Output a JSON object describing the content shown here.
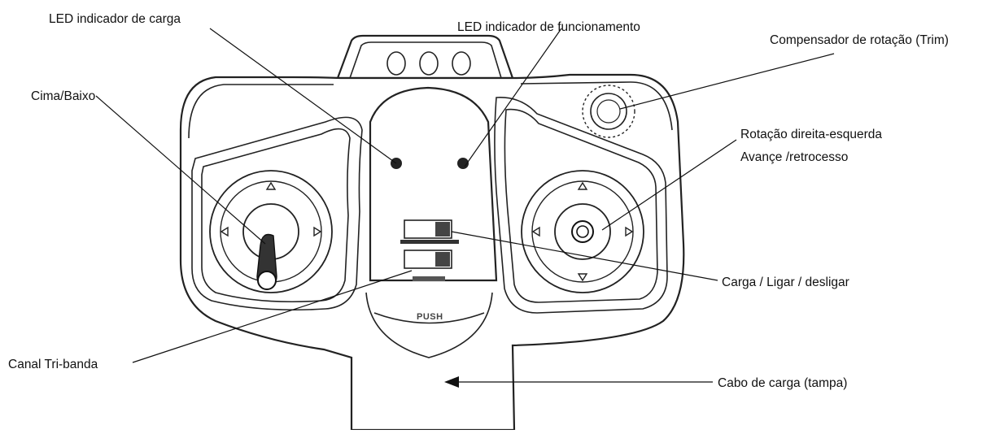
{
  "diagram": {
    "labels": {
      "led_charge": "LED indicador de carga",
      "led_power": "LED indicador de funcionamento",
      "trim": "Compensador de rotação (Trim)",
      "up_down": "Cima/Baixo",
      "rotation_line1": "Rotação direita-esquerda",
      "rotation_line2": "Avançe /retrocesso",
      "power_switch": "Carga / Ligar / desligar",
      "tri_band": "Canal Tri-banda",
      "charge_cable": "Cabo de carga (tampa)"
    },
    "device_text": {
      "push": "PUSH"
    }
  }
}
